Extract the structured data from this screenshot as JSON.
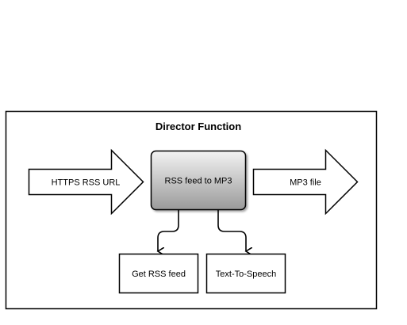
{
  "container": {
    "title": "Director Function"
  },
  "arrows": {
    "input_label": "HTTPS RSS URL",
    "output_label": "MP3 file"
  },
  "main_process": {
    "label": "RSS feed to MP3"
  },
  "sub_processes": [
    {
      "label": "Get RSS feed"
    },
    {
      "label": "Text-To-Speech"
    }
  ],
  "colors": {
    "stroke": "#000000",
    "background": "#ffffff",
    "gradient_top": "#f2f2f2",
    "gradient_bottom": "#9a9a9a"
  }
}
